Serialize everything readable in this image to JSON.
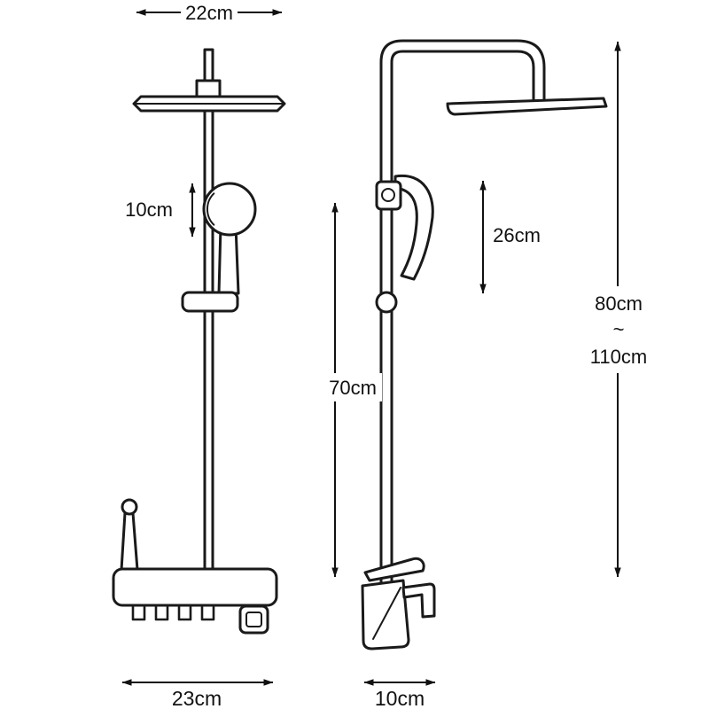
{
  "diagram": {
    "type": "product-dimension-drawing",
    "subject": "shower-system",
    "colors": {
      "background": "#ffffff",
      "line": "#1a1a1a",
      "dimension": "#111111",
      "text": "#111111"
    }
  },
  "labels": {
    "head_width": "22cm",
    "handset_height": "10cm",
    "bar_height": "70cm",
    "mixer_width": "23cm",
    "handset_side_height": "26cm",
    "overall_min": "80cm",
    "overall_sep": "~",
    "overall_max": "110cm",
    "mixer_depth": "10cm"
  }
}
